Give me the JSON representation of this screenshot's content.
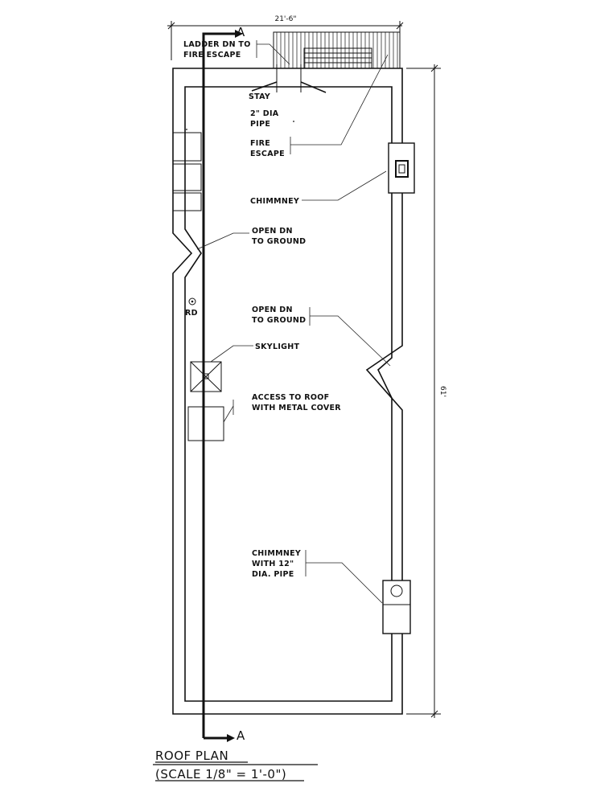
{
  "drawing": {
    "title": "ROOF PLAN",
    "scale": "(SCALE 1/8\" = 1'-0\")",
    "section_marker": "A",
    "dimensions": {
      "width": "21'-6\"",
      "length": "61'"
    },
    "labels": {
      "ladder_1": "LADDER DN TO",
      "ladder_2": "FIRE ESCAPE",
      "stay": "STAY",
      "pipe_1": "2\" DIA",
      "pipe_2": "PIPE",
      "fire_1": "FIRE",
      "fire_2": "ESCAPE",
      "chimney": "CHIMMNEY",
      "open1_1": "OPEN DN",
      "open1_2": "TO GROUND",
      "rd": "RD",
      "open2_1": "OPEN DN",
      "open2_2": "TO GROUND",
      "skylight": "SKYLIGHT",
      "access_1": "ACCESS TO ROOF",
      "access_2": "WITH METAL COVER",
      "chimney2_1": "CHIMMNEY",
      "chimney2_2": "WITH 12\"",
      "chimney2_3": "DIA. PIPE"
    }
  }
}
